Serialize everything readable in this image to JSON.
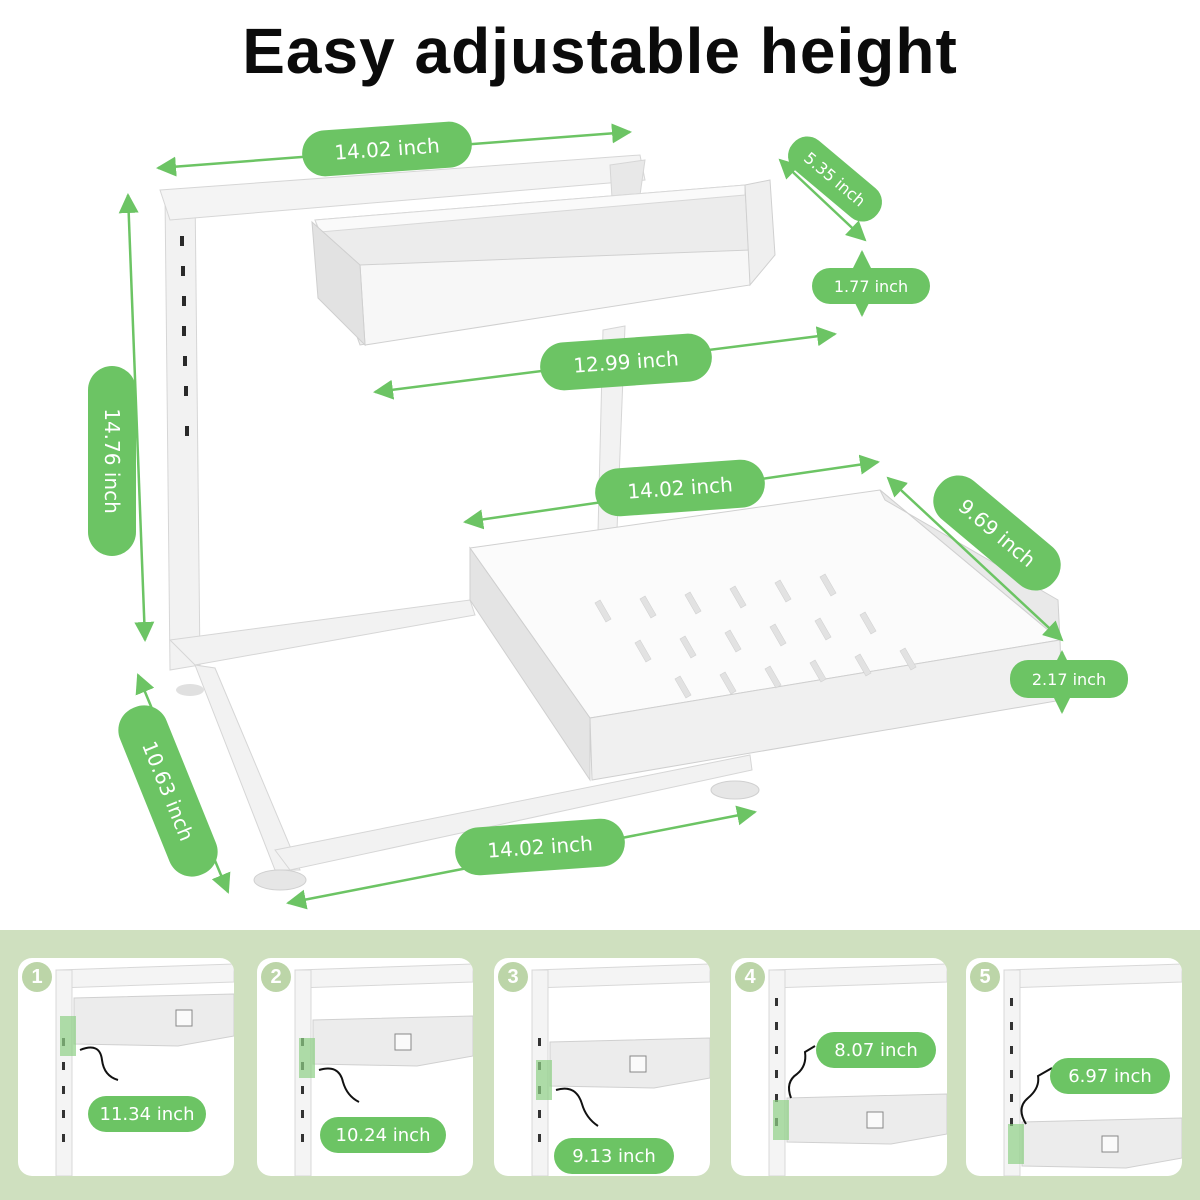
{
  "title": "Easy adjustable height",
  "dimensions": {
    "top_frame_width": "14.02 inch",
    "upper_basket_depth": "5.35 inch",
    "upper_basket_height": "1.77 inch",
    "upper_basket_width": "12.99 inch",
    "total_height": "14.76 inch",
    "lower_basket_width": "14.02 inch",
    "lower_basket_depth": "9.69 inch",
    "lower_basket_height": "2.17 inch",
    "base_depth": "10.63 inch",
    "base_width": "14.02 inch"
  },
  "steps": [
    {
      "number": "1",
      "height": "11.34 inch"
    },
    {
      "number": "2",
      "height": "10.24 inch"
    },
    {
      "number": "3",
      "height": "9.13 inch"
    },
    {
      "number": "4",
      "height": "8.07 inch"
    },
    {
      "number": "5",
      "height": "6.97 inch"
    }
  ],
  "colors": {
    "accent_green": "#6cc464",
    "band_background": "#cfe0bf",
    "frame_white": "#f4f4f4"
  }
}
